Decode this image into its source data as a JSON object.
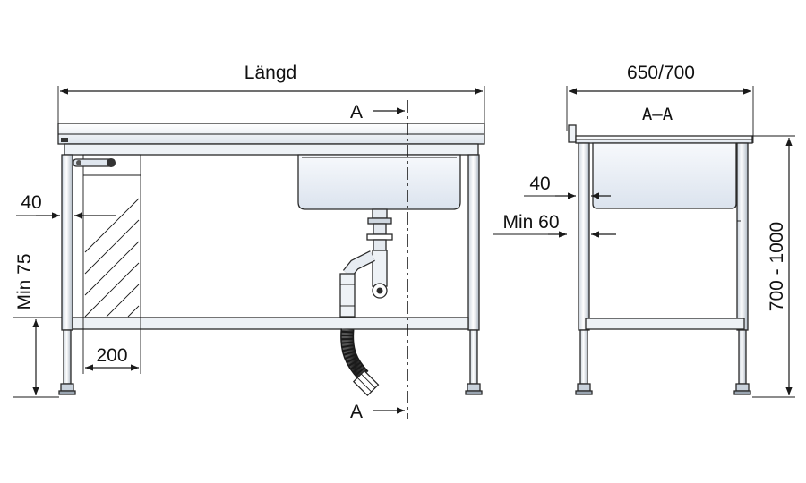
{
  "front_view": {
    "length_label": "Längd",
    "section_marker": "A",
    "dim_40": "40",
    "dim_min75": "Min 75",
    "dim_200": "200"
  },
  "side_view": {
    "width_label": "650/700",
    "section_title": "A–A",
    "dim_40": "40",
    "dim_min60": "Min 60",
    "height_label": "700 - 1000"
  },
  "colors": {
    "line": "#1a1a1a",
    "steel_light": "#f4f7fb",
    "steel_mid": "#dfe6ee",
    "steel_dark": "#b9c3ce",
    "sink_fill": "#e8eef7",
    "hose": "#2b2b2b"
  }
}
